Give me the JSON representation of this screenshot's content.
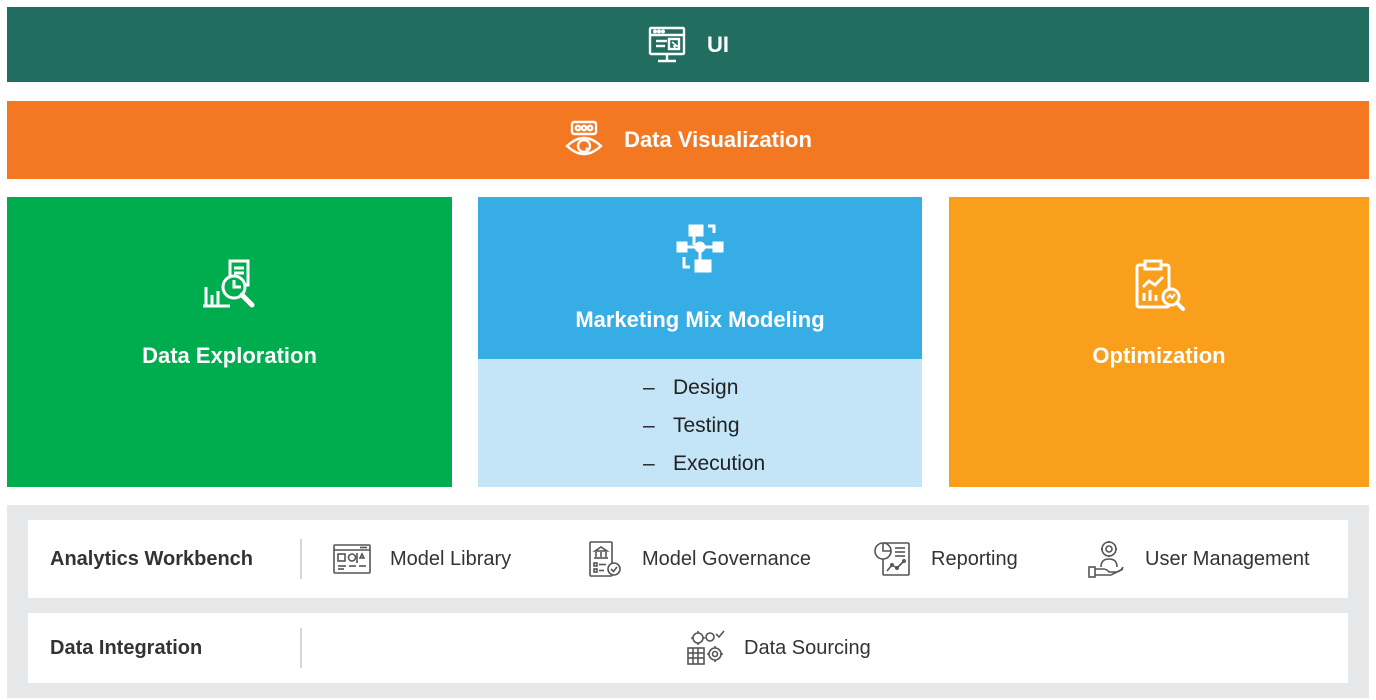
{
  "layers": {
    "ui": {
      "label": "UI",
      "icon": "monitor-window-icon",
      "color": "#216e61"
    },
    "data_visualization": {
      "label": "Data Visualization",
      "icon": "eye-dashboard-icon",
      "color": "#f47721"
    }
  },
  "modules": {
    "data_exploration": {
      "label": "Data Exploration",
      "icon": "chart-magnifier-icon",
      "color": "#00ad4e"
    },
    "marketing_mix_modeling": {
      "label": "Marketing Mix Modeling",
      "icon": "flowchart-icon",
      "color": "#36aee5",
      "sub_color": "#c3e5f7",
      "dash": "–",
      "steps": [
        "Design",
        "Testing",
        "Execution"
      ]
    },
    "optimization": {
      "label": "Optimization",
      "icon": "clipboard-chart-icon",
      "color": "#f99f1c"
    }
  },
  "analytics_workbench": {
    "label": "Analytics Workbench",
    "items": [
      {
        "label": "Model Library",
        "icon": "model-library-icon"
      },
      {
        "label": "Model Governance",
        "icon": "model-governance-icon"
      },
      {
        "label": "Reporting",
        "icon": "reporting-icon"
      },
      {
        "label": "User Management",
        "icon": "user-management-icon"
      }
    ]
  },
  "data_integration": {
    "label": "Data Integration",
    "items": [
      {
        "label": "Data Sourcing",
        "icon": "data-sourcing-icon"
      }
    ]
  }
}
